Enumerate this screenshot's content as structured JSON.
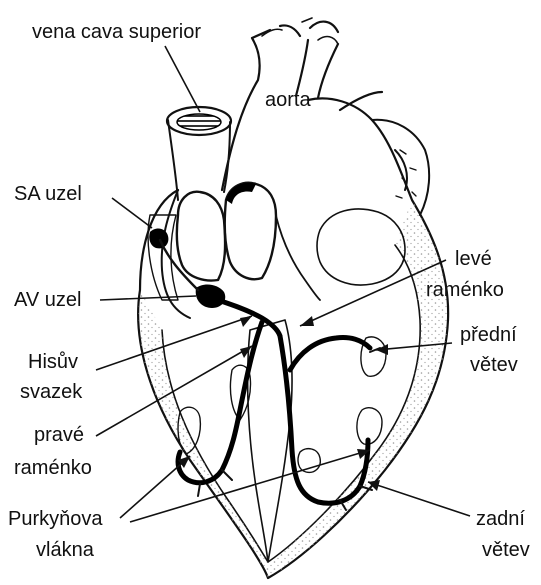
{
  "labels": {
    "vena_cava_superior": "vena cava superior",
    "aorta": "aorta",
    "sa_uzel": "SA uzel",
    "av_uzel": "AV uzel",
    "levé_raménko_1": "levé",
    "levé_raménko_2": "raménko",
    "hisuv_svazek_1": "Hisův",
    "hisuv_svazek_2": "svazek",
    "predni_vetev_1": "přední",
    "predni_vetev_2": "větev",
    "prave_ramenko_1": "pravé",
    "prave_ramenko_2": "raménko",
    "purkynova_vlakna_1": "Purkyňova",
    "purkynova_vlakna_2": "vlákna",
    "zadni_vetev_1": "zadní",
    "zadni_vetev_2": "větev"
  },
  "colors": {
    "ink": "#111111",
    "background": "#ffffff",
    "stipple": "#9a9a9a"
  }
}
